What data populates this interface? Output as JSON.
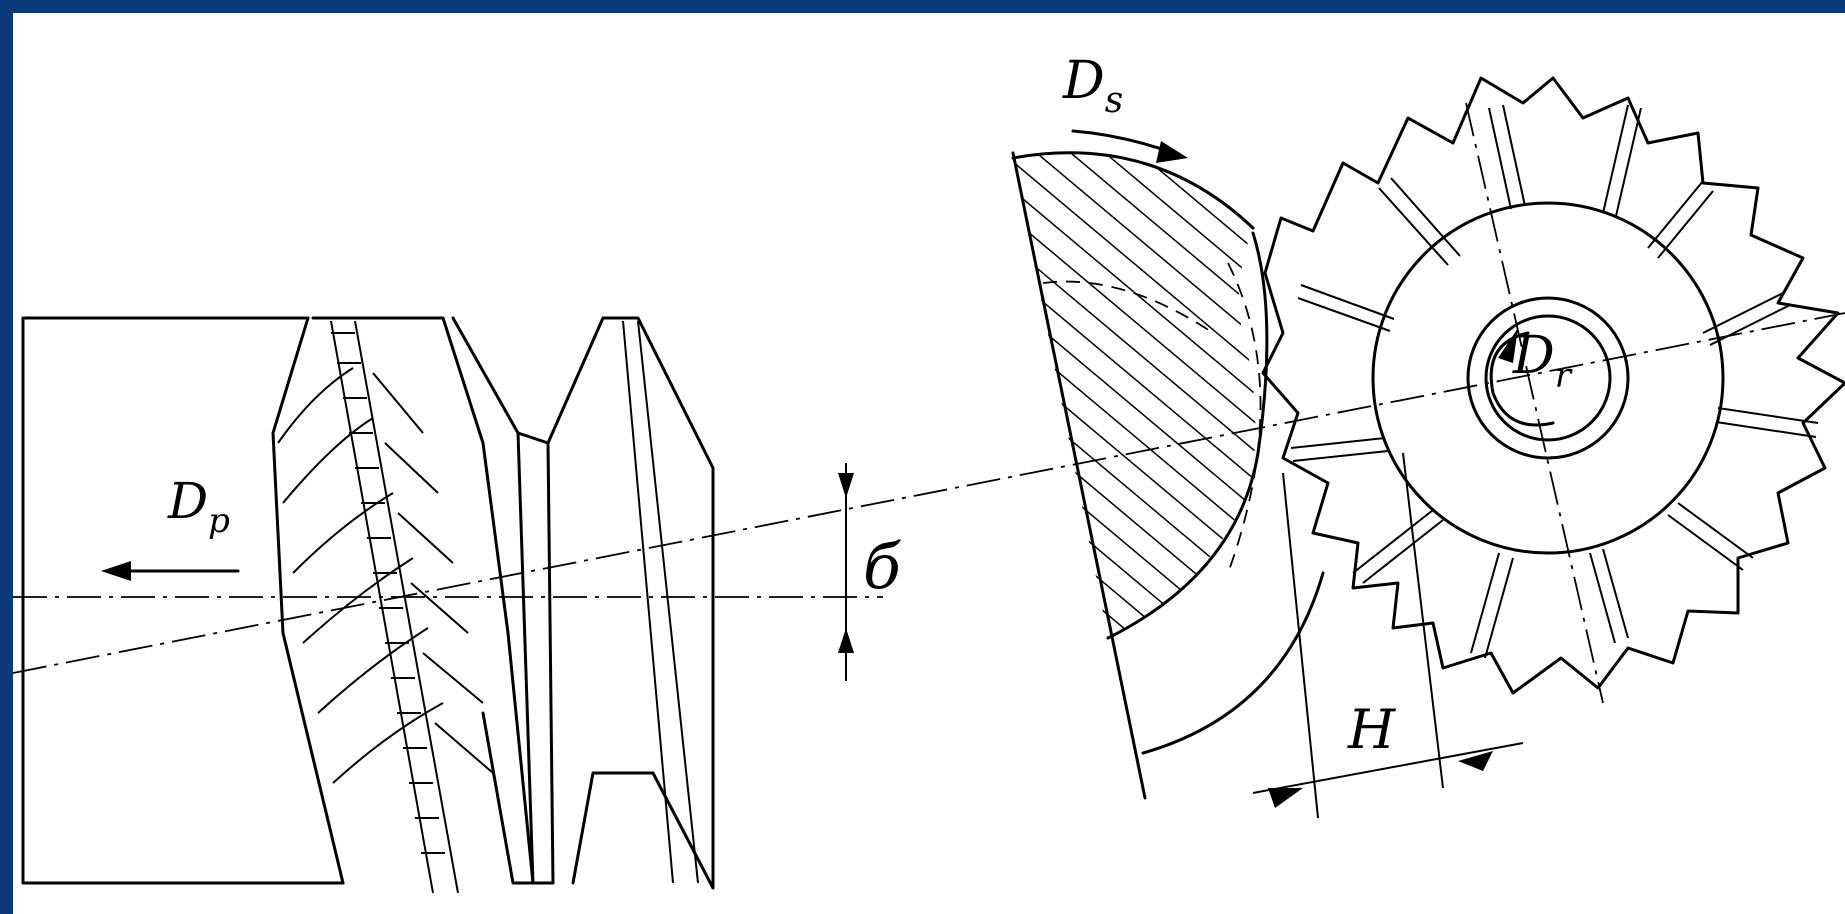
{
  "labels": {
    "workpiece_feed": {
      "main": "D",
      "sub": "p"
    },
    "cutter_feed": {
      "main": "D",
      "sub": "s"
    },
    "cutter_rotation": {
      "main": "D",
      "sub": "r"
    },
    "angle": "б",
    "width": "H"
  },
  "colors": {
    "frame": "#0b3a78",
    "paper": "#ffffff",
    "ink": "#000000"
  }
}
